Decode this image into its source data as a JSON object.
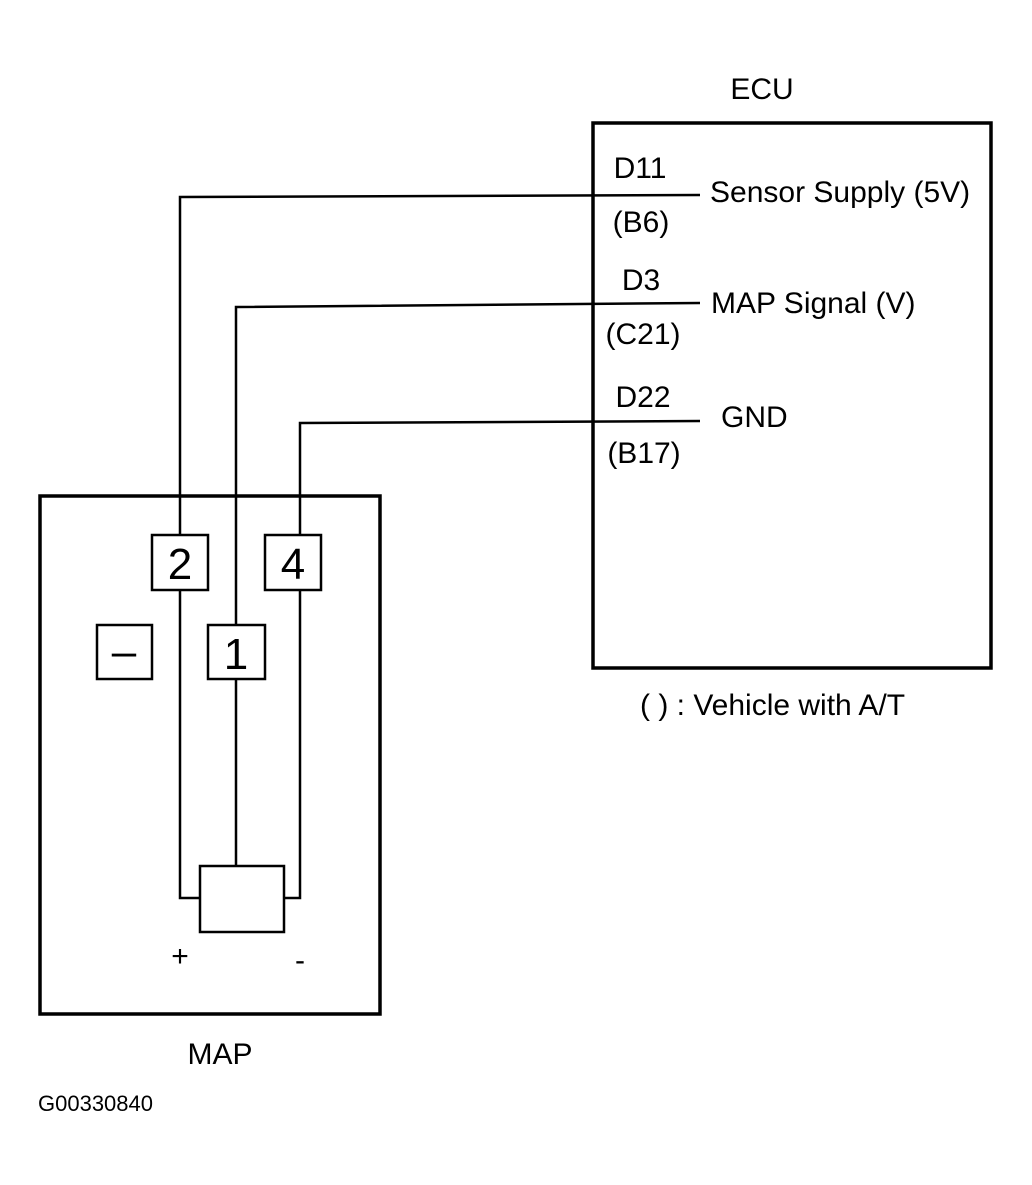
{
  "ecu": {
    "title": "ECU",
    "note": "(   ) : Vehicle with A/T",
    "pins": [
      {
        "code": "D11",
        "alt": "(B6)",
        "signal": "Sensor Supply (5V)"
      },
      {
        "code": "D3",
        "alt": "(C21)",
        "signal": "MAP Signal (V)"
      },
      {
        "code": "D22",
        "alt": "(B17)",
        "signal": "GND"
      }
    ]
  },
  "map": {
    "title": "MAP",
    "terminals": [
      "2",
      "4",
      "–",
      "1"
    ],
    "plus": "+",
    "minus": "-"
  },
  "figure_id": "G00330840"
}
